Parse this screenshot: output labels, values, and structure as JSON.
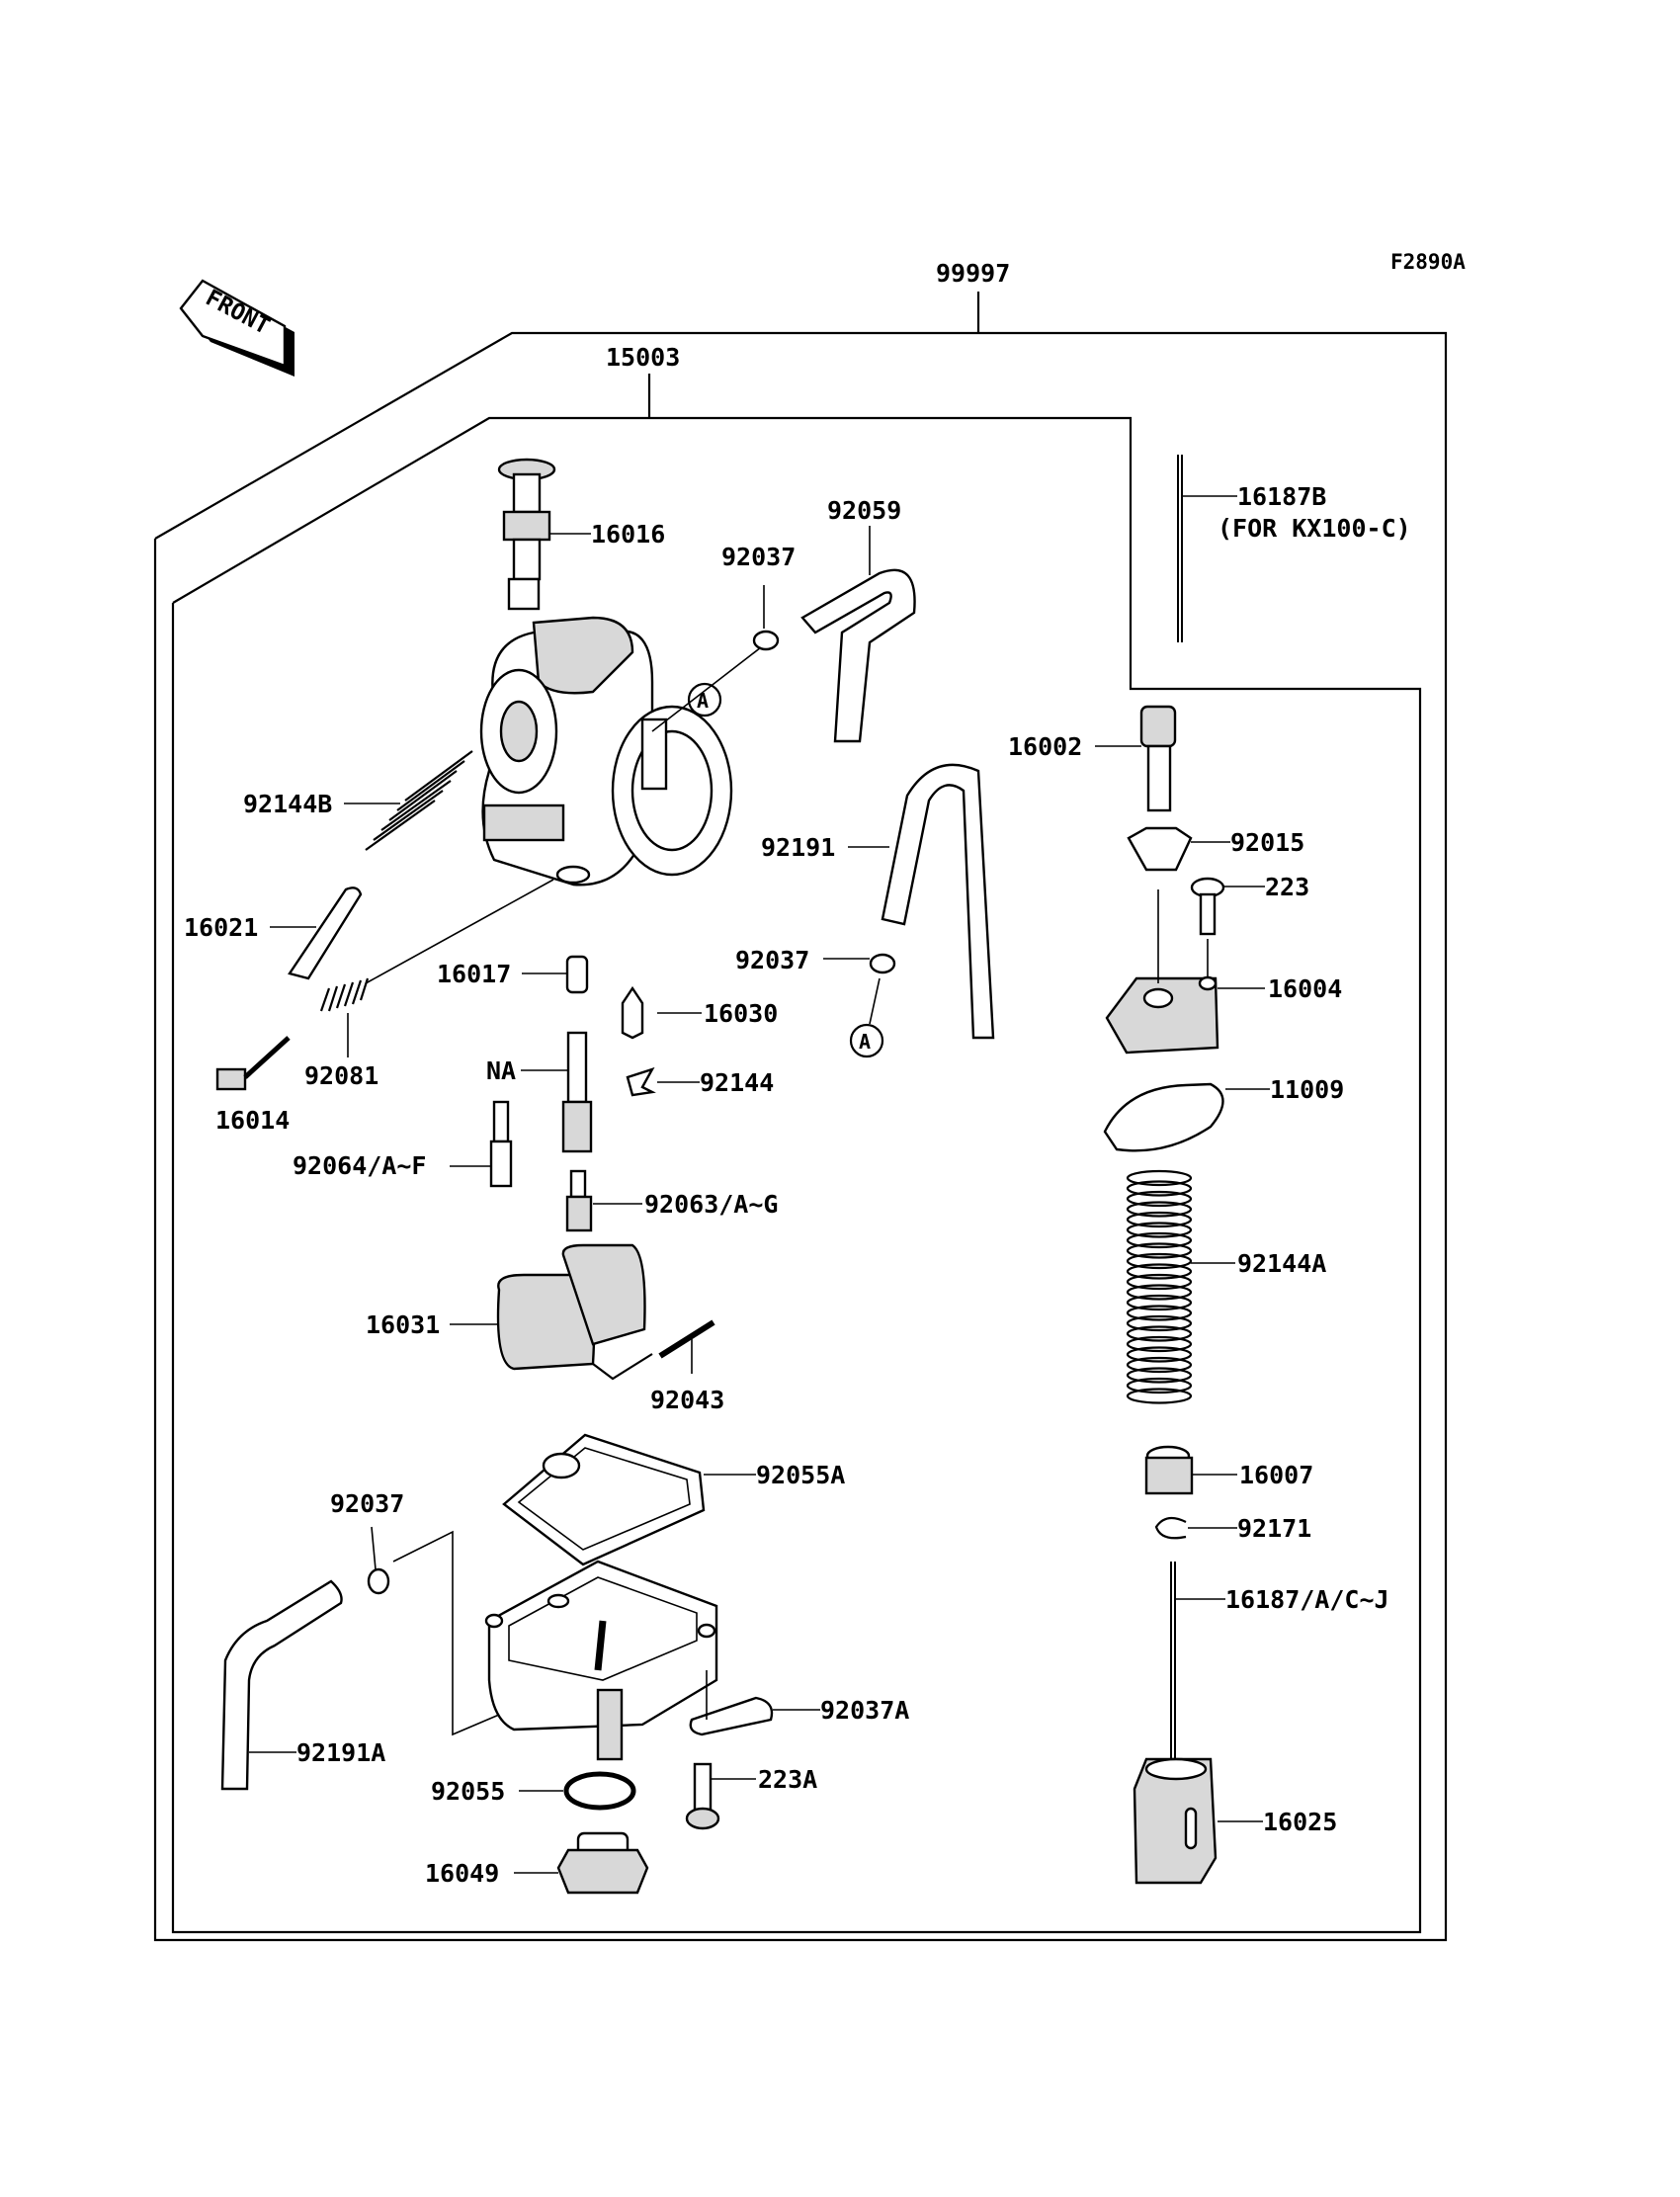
{
  "diagram": {
    "ref_code": "F2890A",
    "direction_label": "FRONT",
    "assembly_labels": {
      "complete_carburetor": "99997",
      "carburetor": "15003"
    },
    "parts": {
      "p16016": "16016",
      "p92037_top": "92037",
      "p92059": "92059",
      "p16187B": "16187B",
      "p16187B_note": "(FOR KX100-C)",
      "p16002": "16002",
      "p92144B": "92144B",
      "p92191": "92191",
      "p92015": "92015",
      "p223": "223",
      "p16021": "16021",
      "p16017": "16017",
      "p92037_mid": "92037",
      "p16004": "16004",
      "p16030": "16030",
      "p92081": "92081",
      "p16014": "16014",
      "pNA": "NA",
      "p92144": "92144",
      "p11009": "11009",
      "p92064": "92064/A~F",
      "p92063": "92063/A~G",
      "p92144A": "92144A",
      "p16031": "16031",
      "p92043": "92043",
      "p92055A": "92055A",
      "p16007": "16007",
      "p92037_low": "92037",
      "p92171": "92171",
      "p16187AC": "16187/A/C~J",
      "p92037A": "92037A",
      "p92191A": "92191A",
      "p223A": "223A",
      "p92055": "92055",
      "p16025": "16025",
      "p16049": "16049"
    },
    "callouts": {
      "a1": "A",
      "a2": "A"
    }
  }
}
